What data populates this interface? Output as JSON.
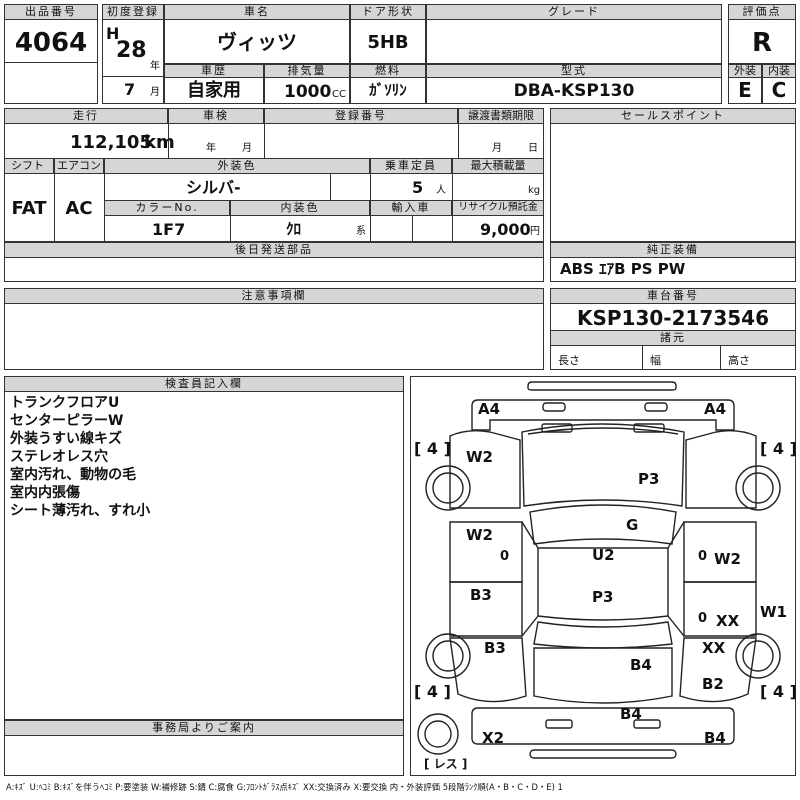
{
  "header": {
    "lot_label": "出品番号",
    "lot_number": "4064",
    "first_reg_label": "初度登録",
    "era": "H",
    "year": "28",
    "year_unit": "年",
    "month": "7",
    "month_unit": "月",
    "car_name_label": "車名",
    "car_name": "ヴィッツ",
    "door_label": "ドア形状",
    "door": "5HB",
    "grade_label": "グレード",
    "grade": "",
    "score_label": "評価点",
    "score": "R",
    "history_label": "車歴",
    "history": "自家用",
    "displacement_label": "排気量",
    "displacement": "1000",
    "displacement_unit": "CC",
    "fuel_label": "燃料",
    "fuel": "ｶﾞｿﾘﾝ",
    "model_label": "型式",
    "model": "DBA-KSP130",
    "exterior_label": "外装",
    "exterior": "E",
    "interior_label": "内装",
    "interior": "C"
  },
  "specs": {
    "mileage_label": "走行",
    "mileage": "112,105",
    "mileage_unit": "km",
    "inspection_label": "車検",
    "inspection_year_unit": "年",
    "inspection_month_unit": "月",
    "reg_no_label": "登録番号",
    "transfer_label": "譲渡書類期限",
    "transfer_month_unit": "月",
    "transfer_day_unit": "日",
    "shift_label": "シフト",
    "shift": "FAT",
    "ac_label": "エアコン",
    "ac": "AC",
    "ext_color_label": "外装色",
    "ext_color": "シルバ-",
    "capacity_label": "乗車定員",
    "capacity": "5",
    "capacity_unit": "人",
    "load_label": "最大積載量",
    "load_unit": "kg",
    "color_no_label": "カラーNo.",
    "color_no": "1F7",
    "int_color_label": "内装色",
    "int_color": "ｸﾛ",
    "int_color_unit": "系",
    "import_label": "輸入車",
    "recycle_label": "リサイクル預託金",
    "recycle": "9,000",
    "recycle_unit": "円"
  },
  "sales_points_label": "セールスポイント",
  "later_parts_label": "後日発送部品",
  "genuine": {
    "label": "純正装備",
    "value": "ABS ｴｱB PS PW"
  },
  "notes_label": "注意事項欄",
  "chassis": {
    "label": "車台番号",
    "value": "KSP130-2173546"
  },
  "dimensions": {
    "label": "諸元",
    "length_label": "長さ",
    "width_label": "幅",
    "height_label": "高さ"
  },
  "inspector": {
    "label": "検査員記入欄",
    "lines": [
      "トランクフロアU",
      "センターピラーW",
      "外装うすい線キズ",
      "ステレオレス穴",
      "室内汚れ、動物の毛",
      "室内内張傷",
      "シート薄汚れ、すれ小"
    ]
  },
  "office_label": "事務局よりご案内",
  "diagram": {
    "tire_left_top": "4",
    "tire_right_top": "4",
    "tire_left_bottom": "4",
    "tire_right_bottom": "4",
    "marks": {
      "a4_left": "A4",
      "a4_right": "A4",
      "w2_left_front": "W2",
      "p3_hood": "P3",
      "g_windshield": "G",
      "w2_left_door": "W2",
      "zero_left": "0",
      "u2_roof": "U2",
      "zero_right": "0",
      "w2_right_door": "W2",
      "b3_left": "B3",
      "p3_roof": "P3",
      "xx_right_1": "XX",
      "w1_right": "W1",
      "b3_left_rear": "B3",
      "xx_right_2": "XX",
      "b4_rear": "B4",
      "b2_right": "B2",
      "b4_bumper": "B4",
      "x2_left": "X2",
      "b4_right": "B4"
    },
    "spare_label": "レス"
  },
  "legend": "A:ｷｽﾞ U:ﾍｺﾐ B:ｷｽﾞを伴うﾍｺﾐ P:要塗装 W:補修跡 S:錆 C:腐食 G:ﾌﾛﾝﾄｶﾞﾗｽ点ｷｽﾞ XX:交換済み X:要交換 内・外装評価 5段階ﾗﾝｸ順(A・B・C・D・E) 1"
}
